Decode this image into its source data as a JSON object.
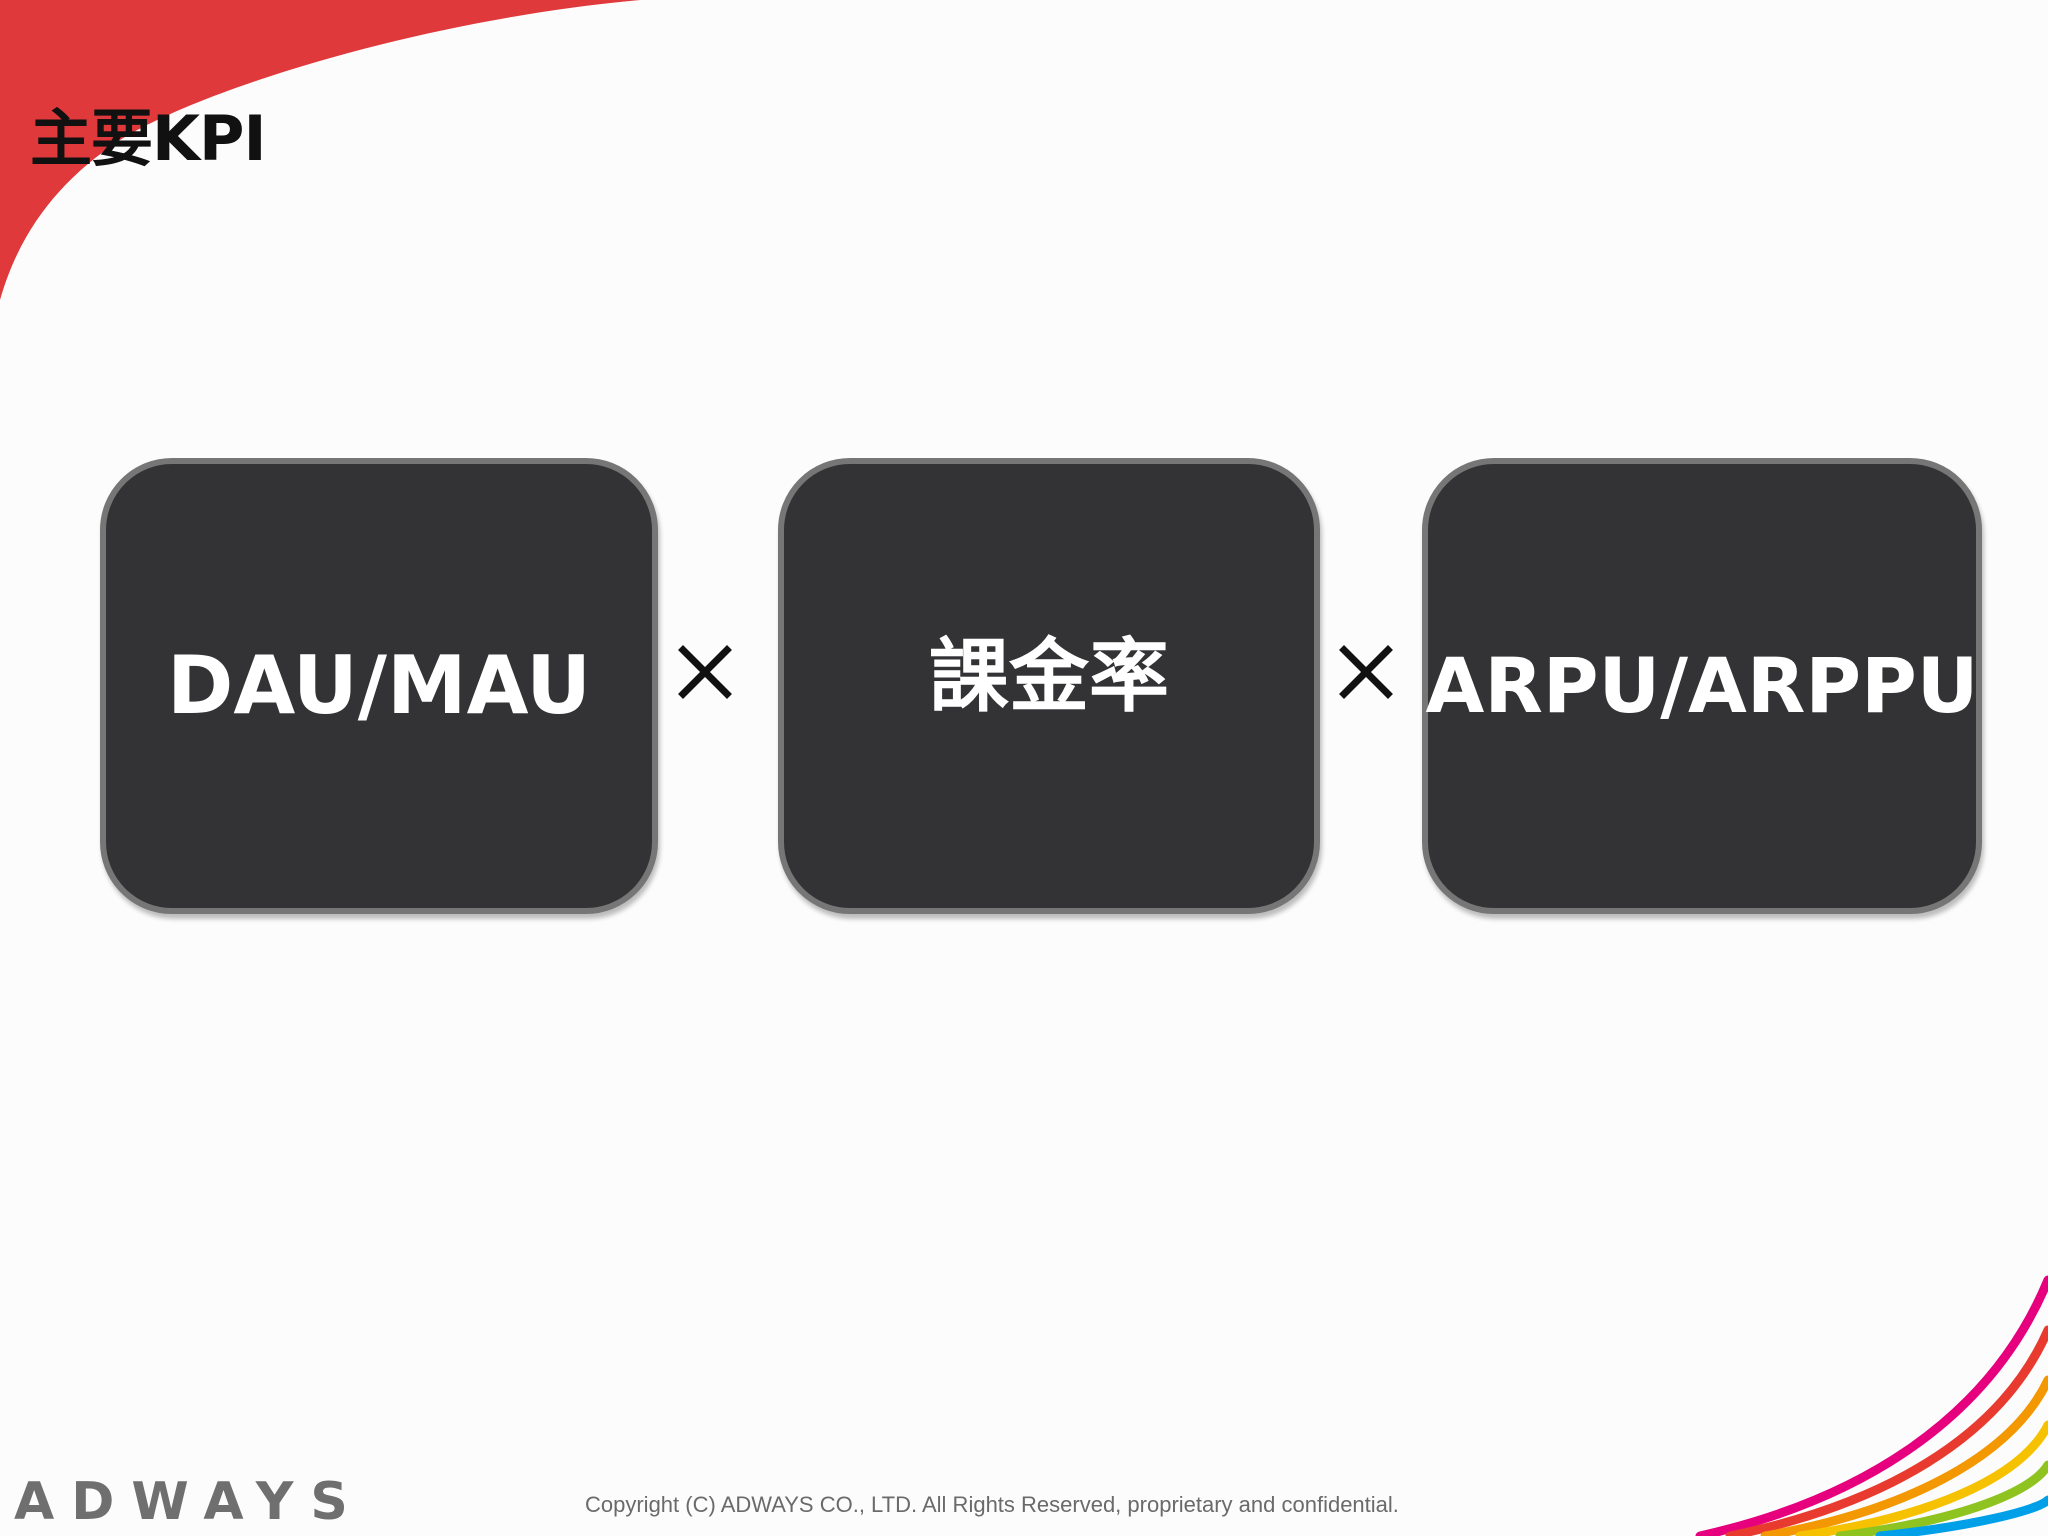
{
  "slide": {
    "title": "主要KPI",
    "kpis": [
      {
        "label": "DAU/MAU"
      },
      {
        "label": "課金率"
      },
      {
        "label": "ARPU/ARPPU"
      }
    ],
    "operator_icon": "multiply-icon",
    "logo_text": "ADWAYS",
    "copyright": "Copyright (C) ADWAYS CO., LTD. All Rights Reserved, proprietary and confidential."
  },
  "colors": {
    "accent_red": "#e0393b",
    "box_fill": "#333235",
    "box_border": "#777676",
    "stripes": [
      "#e6007e",
      "#e83a2f",
      "#f39800",
      "#f6c200",
      "#8fc31f",
      "#00a0e9"
    ]
  }
}
